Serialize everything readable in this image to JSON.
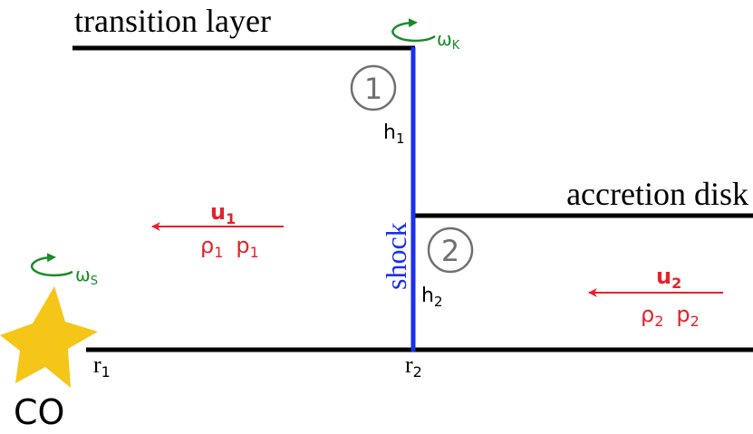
{
  "labels": {
    "transition_layer": "transition layer",
    "accretion_disk": "accretion disk",
    "shock": "shock",
    "region_1": "1",
    "region_2": "2",
    "h1_base": "h",
    "h1_sub": "1",
    "h2_base": "h",
    "h2_sub": "2",
    "r1_base": "r",
    "r1_sub": "1",
    "r2_base": "r",
    "r2_sub": "2",
    "co": "CO",
    "omega_k_base": "ω",
    "omega_k_sub": "K",
    "omega_s_base": "ω",
    "omega_s_sub": "S"
  },
  "flow_1": {
    "u": "u",
    "u_sub": "1",
    "rho": "ρ",
    "rho_sub": "1",
    "p": "p",
    "p_sub": "1"
  },
  "flow_2": {
    "u": "u",
    "u_sub": "2",
    "rho": "ρ",
    "rho_sub": "2",
    "p": "p",
    "p_sub": "2"
  },
  "colors": {
    "lines": "#000000",
    "shock": "#1a2ff0",
    "flow": "#e8202a",
    "rotation": "#1a8a2a",
    "star": "#f5c518",
    "circle": "#707070"
  }
}
